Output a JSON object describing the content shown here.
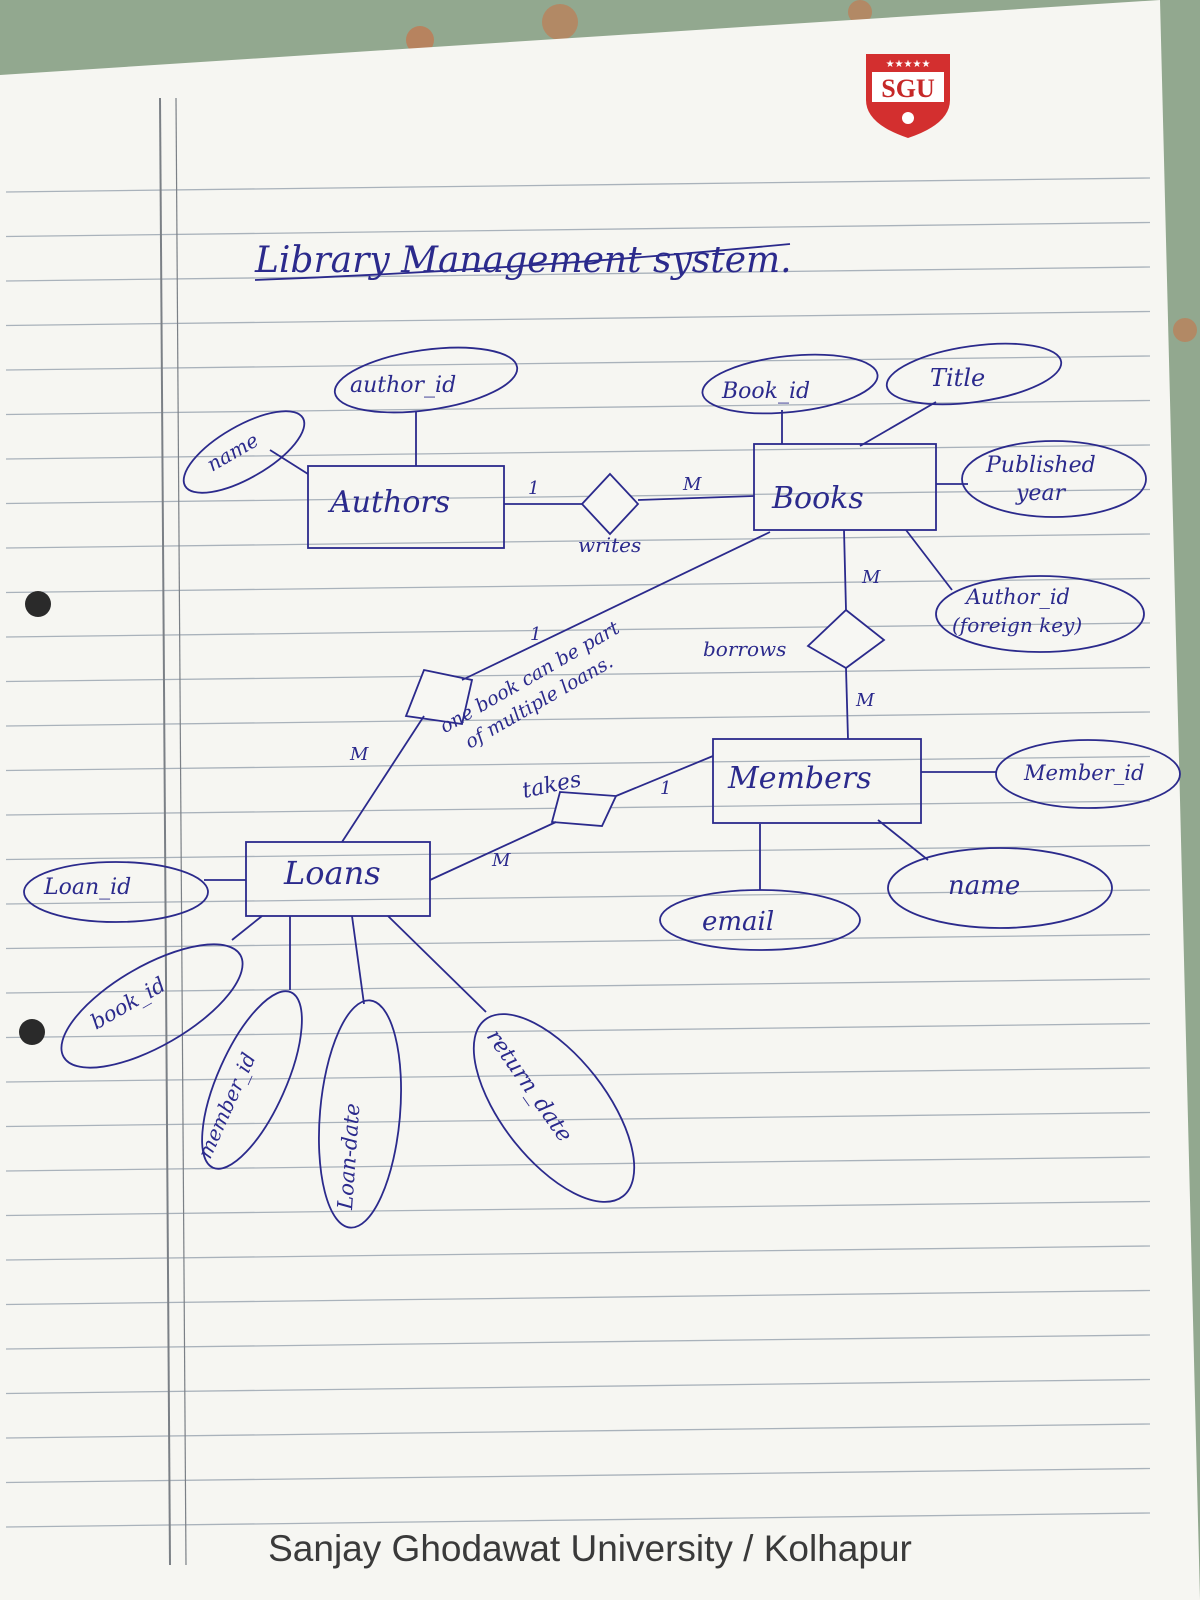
{
  "title": "Library Management system.",
  "logo": {
    "text": "SGU",
    "stars": "★★★★★",
    "color": "#d32f2f"
  },
  "footer": "Sanjay Ghodawat University / Kolhapur",
  "entities": {
    "authors": "Authors",
    "books": "Books",
    "members": "Members",
    "loans": "Loans"
  },
  "relationships": {
    "writes": "writes",
    "borrows": "borrows",
    "takes": "takes"
  },
  "attributes": {
    "author_id": "author_id",
    "author_name": "name",
    "book_id": "Book_id",
    "title": "Title",
    "published_year_line1": "Published",
    "published_year_line2": "year",
    "fk_line1": "Author_id",
    "fk_line2": "(foreign key)",
    "member_id": "Member_id",
    "member_name": "name",
    "email": "email",
    "loan_id": "Loan_id",
    "loan_book_id": "book_id",
    "loan_member_id": "member_id",
    "loan_date": "Loan-date",
    "return_date": "return_date"
  },
  "cardinalities": {
    "authors_writes": "1",
    "writes_books": "M",
    "books_borrows": "M",
    "borrows_members": "M",
    "books_loans": "1",
    "loans_side": "M",
    "members_takes": "1",
    "takes_loans": "M"
  },
  "note": {
    "line1": "one book can be part",
    "line2": "of multiple loans."
  },
  "colors": {
    "ink": "#2b2a8c",
    "paper": "#f7f7f3",
    "rule": "#a9b2bb",
    "margin": "#7b8086"
  }
}
